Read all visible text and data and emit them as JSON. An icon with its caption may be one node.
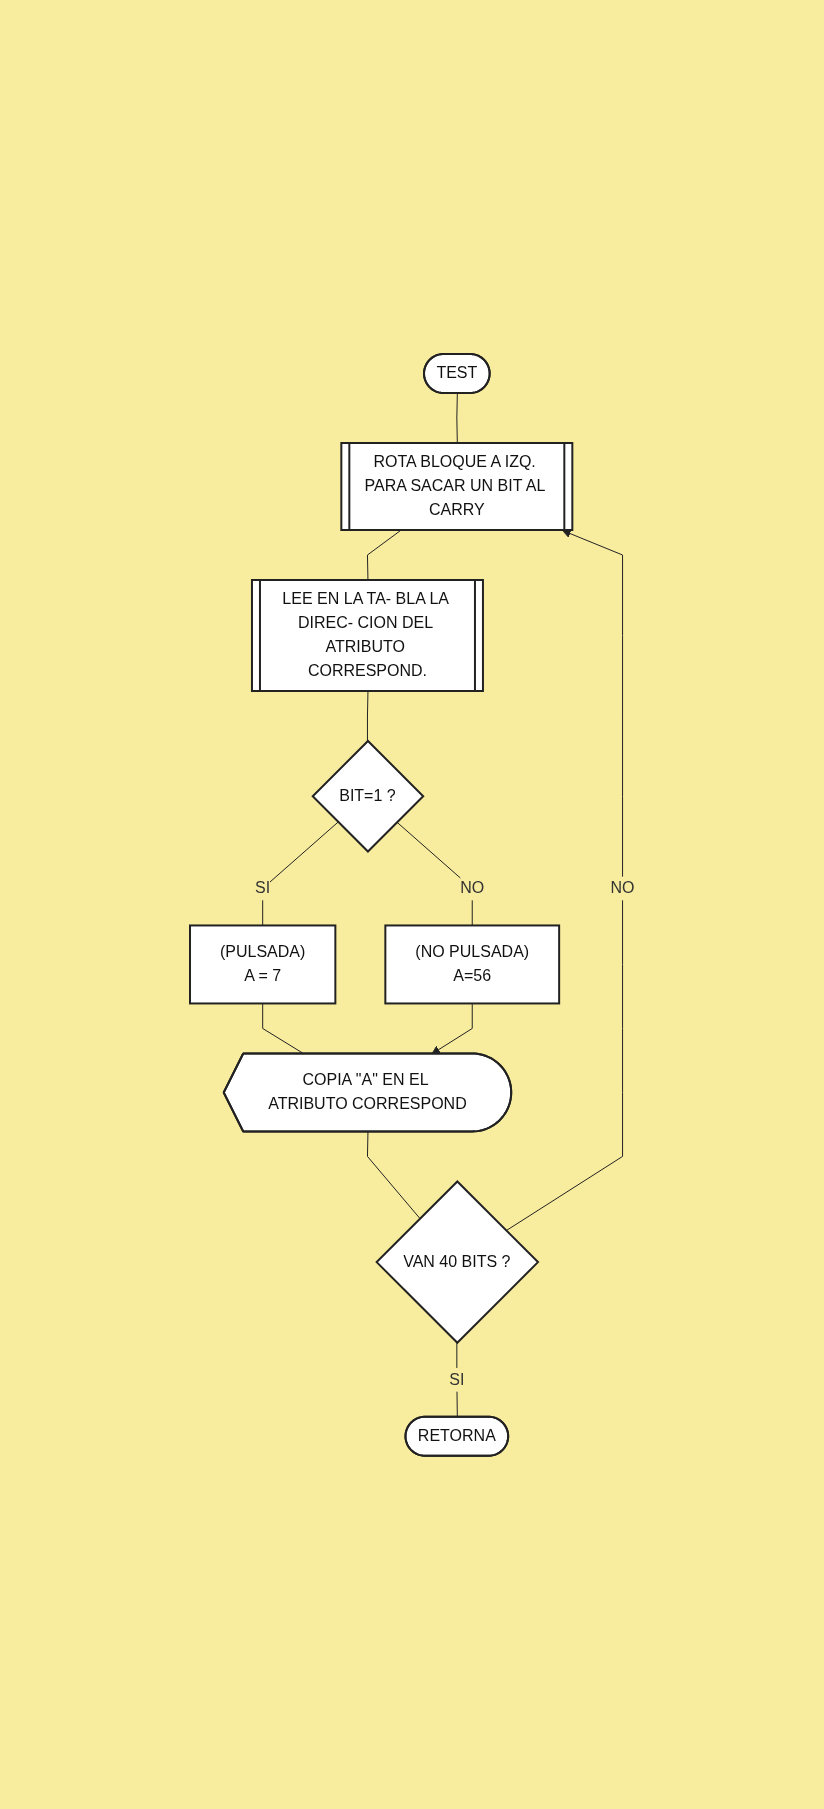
{
  "diagram": {
    "nodes": [
      {
        "text": [
          "TEST"
        ]
      },
      {
        "text": [
          "ROTA BLOQUE A IZQ. PARA SACAR UN BIT AL CARRY"
        ]
      },
      {
        "text": [
          "LEE EN LA TA- BLA LA DIREC- CION DEL ATRIBUTO CORRESPOND."
        ]
      },
      {
        "text": [
          "BIT=1 ?"
        ]
      },
      {
        "text": [
          "(PULSADA)",
          "A = 7"
        ]
      },
      {
        "text": [
          "(NO PULSADA)",
          "A=56"
        ]
      },
      {
        "text": [
          "COPIA \"A\" EN EL ATRIBUTO CORRESPOND"
        ]
      },
      {
        "text": [
          "VAN 40 BITS ?"
        ]
      },
      {
        "text": [
          "RETORNA"
        ]
      }
    ],
    "edges": [
      {
        "from": 0,
        "to": 1,
        "arrow": "none"
      },
      {
        "from": 1,
        "to": 2,
        "arrow": "none"
      },
      {
        "from": 2,
        "to": 3,
        "arrow": "none"
      },
      {
        "from": 3,
        "to": 4,
        "label": "SI",
        "arrow": "none"
      },
      {
        "from": 3,
        "to": 5,
        "label": "NO",
        "arrow": "none"
      },
      {
        "from": 4,
        "to": 6,
        "arrow": "none"
      },
      {
        "from": 5,
        "to": 6,
        "arrow": "to"
      },
      {
        "from": 6,
        "to": 7,
        "arrow": "none"
      },
      {
        "from": 7,
        "to": 1,
        "label": "NO",
        "arrow": "to"
      },
      {
        "from": 7,
        "to": 8,
        "label": "SI",
        "arrow": "none"
      }
    ]
  }
}
